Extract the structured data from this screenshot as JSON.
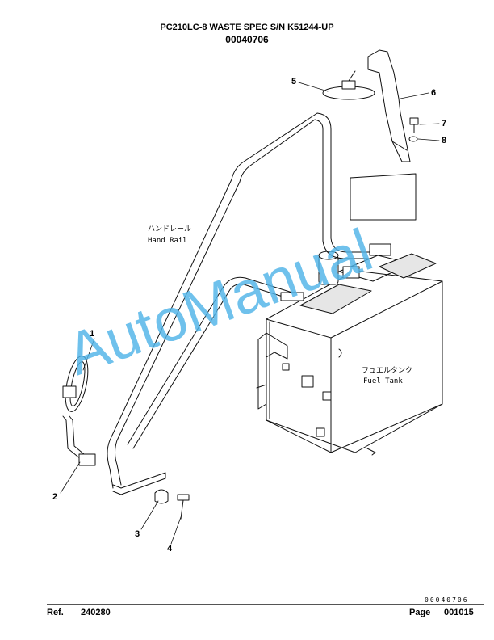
{
  "header": {
    "title": "PC210LC-8 WASTE SPEC S/N K51244-UP",
    "number": "00040706"
  },
  "watermark": {
    "text": "AutoManual",
    "color": "#4fb3e8"
  },
  "callouts": [
    "1",
    "2",
    "3",
    "4",
    "5",
    "6",
    "7",
    "8"
  ],
  "labels": {
    "hand_rail_jp": "ハンドレール",
    "hand_rail_en": "Hand Rail",
    "fuel_tank_jp": "フュエルタンク",
    "fuel_tank_en": "Fuel Tank"
  },
  "drawing_code": "00040706",
  "footer": {
    "ref_label": "Ref.",
    "ref_value": "240280",
    "page_label": "Page",
    "page_value": "001015"
  }
}
